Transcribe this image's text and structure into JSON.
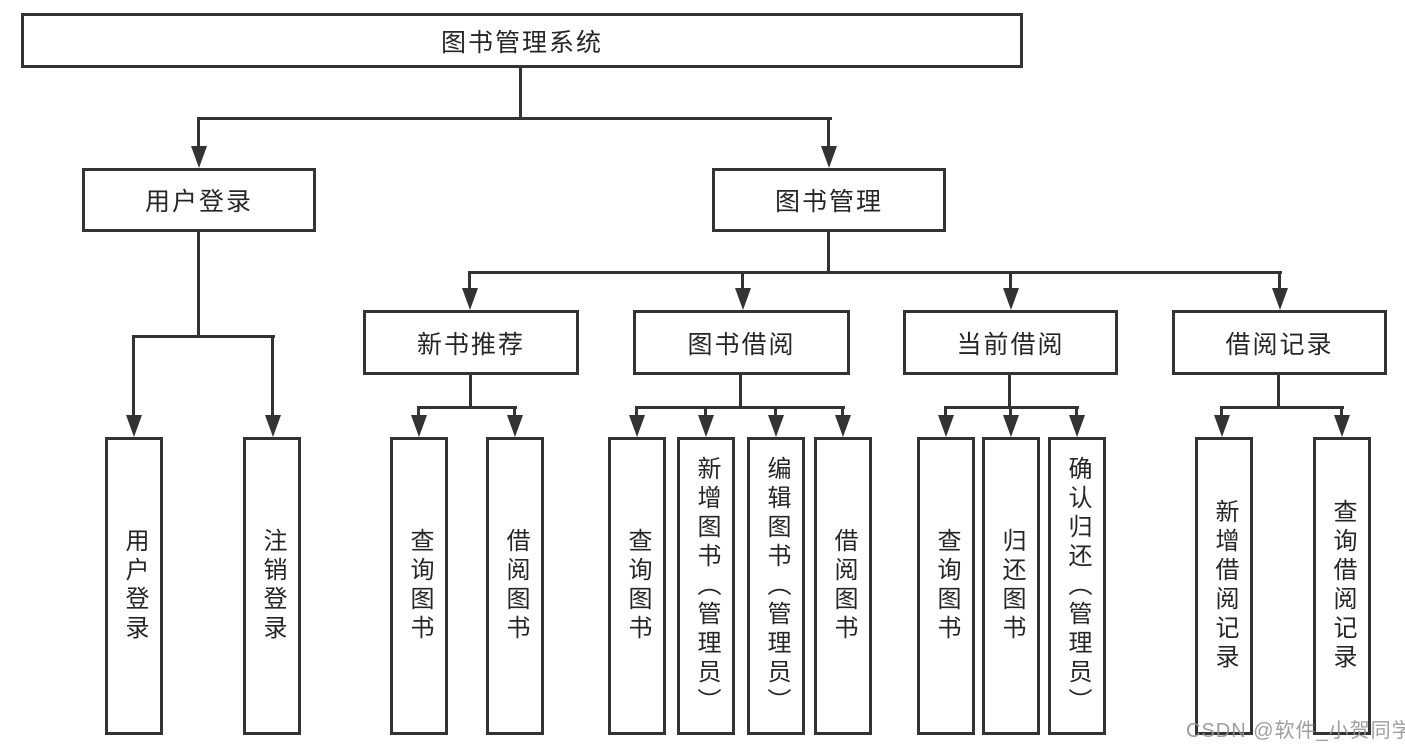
{
  "diagram": {
    "title": "图书管理系统",
    "type": "hierarchy-diagram",
    "colors": {
      "line": "#333333",
      "text": "#262626",
      "background": "#ffffff",
      "watermark": "#949494"
    },
    "root": {
      "label": "图书管理系统"
    },
    "level2": [
      {
        "label": "用户登录"
      },
      {
        "label": "图书管理"
      }
    ],
    "level3": [
      {
        "label": "新书推荐"
      },
      {
        "label": "图书借阅"
      },
      {
        "label": "当前借阅"
      },
      {
        "label": "借阅记录"
      }
    ],
    "leaves": {
      "login": [
        "用户登录",
        "注销登录"
      ],
      "recommend": [
        "查询图书",
        "借阅图书"
      ],
      "borrow": [
        "查询图书",
        "新增图书（管理员）",
        "编辑图书（管理员）",
        "借阅图书"
      ],
      "current": [
        "查询图书",
        "归还图书",
        "确认归还（管理员）"
      ],
      "record": [
        "新增借阅记录",
        "查询借阅记录"
      ]
    },
    "watermark": {
      "text": "CSDN @软件_小贺同学"
    }
  }
}
